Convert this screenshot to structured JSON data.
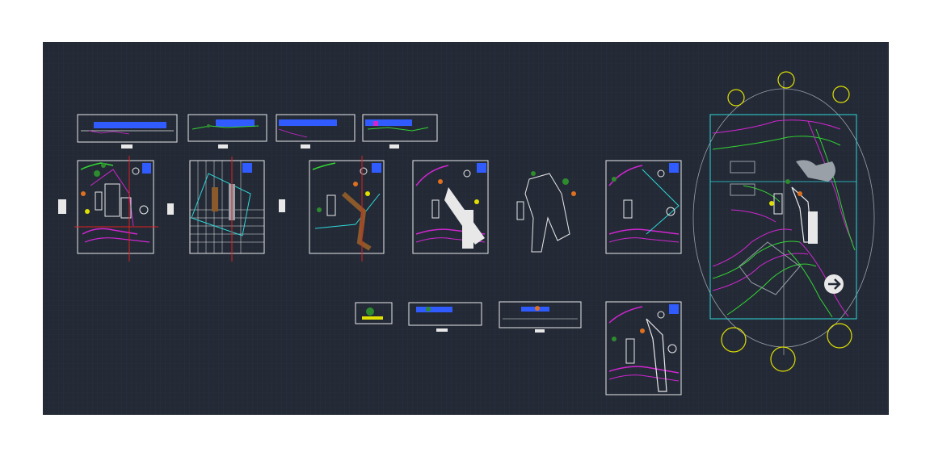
{
  "viewport": {
    "background": "#ffffff",
    "model_space_color": "#232a36",
    "grid_color": "#2b3240"
  },
  "palette": {
    "white": "#e8e8e8",
    "magenta": "#d026d0",
    "green": "#33d433",
    "yellow": "#e0e000",
    "cyan": "#2ed8d8",
    "red": "#e02020",
    "blue": "#2f5bff",
    "orange": "#e07020",
    "tree_green": "#2e8b2e",
    "gray": "#9aa0a8",
    "brown": "#8b5a2b"
  },
  "drawings": {
    "elevations": [
      {
        "id": "elevation-1",
        "title_icon": "section-marker-icon"
      },
      {
        "id": "elevation-2",
        "title_icon": "section-marker-icon"
      },
      {
        "id": "elevation-3",
        "title_icon": "section-marker-icon"
      },
      {
        "id": "elevation-4",
        "title_icon": "section-marker-icon"
      }
    ],
    "plans": [
      {
        "id": "site-plan-1"
      },
      {
        "id": "grid-plan-2"
      },
      {
        "id": "site-plan-3"
      },
      {
        "id": "site-plan-4"
      },
      {
        "id": "roof-plan-5"
      },
      {
        "id": "site-plan-6"
      },
      {
        "id": "site-plan-7"
      }
    ],
    "sections": [
      {
        "id": "detail-1"
      },
      {
        "id": "section-2"
      },
      {
        "id": "section-3"
      }
    ],
    "topography": {
      "id": "topographic-plan",
      "north_arrow": "north-arrow-icon"
    }
  }
}
